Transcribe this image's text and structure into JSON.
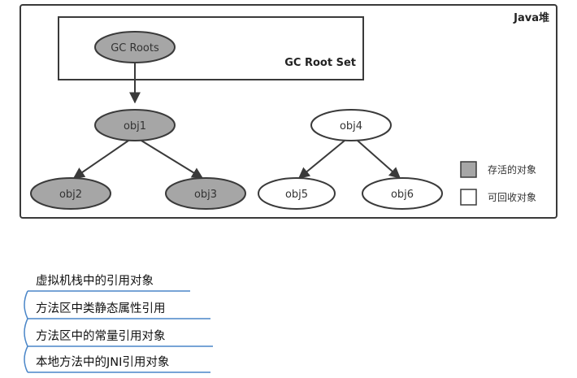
{
  "heap": {
    "label": "Java堆",
    "root_set_label": "GC Root Set"
  },
  "nodes": {
    "gc_roots": "GC Roots",
    "obj1": "obj1",
    "obj2": "obj2",
    "obj3": "obj3",
    "obj4": "obj4",
    "obj5": "obj5",
    "obj6": "obj6"
  },
  "legend": {
    "alive": "存活的对象",
    "collectable": "可回收对象"
  },
  "colors": {
    "alive_fill": "#a6a6a6",
    "collectable_fill": "#ffffff",
    "stroke": "#3a3a3a",
    "list_line": "#4a86c8"
  },
  "gc_root_types": [
    "虚拟机栈中的引用对象",
    "方法区中类静态属性引用",
    "方法区中的常量引用对象",
    "本地方法中的JNI引用对象"
  ]
}
